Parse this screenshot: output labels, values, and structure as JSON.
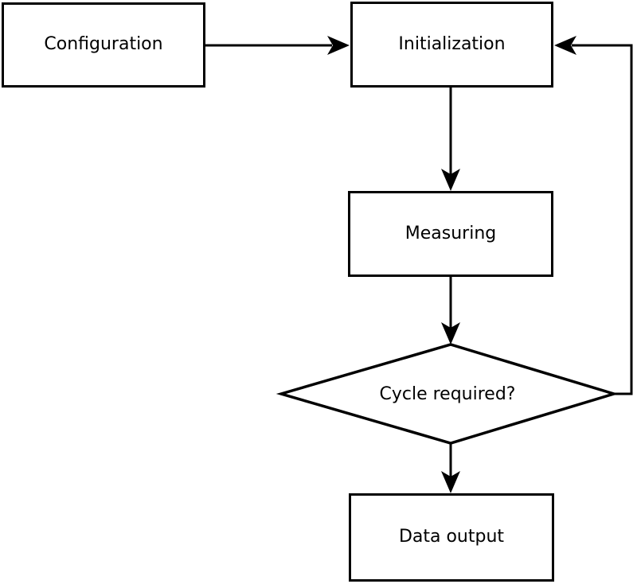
{
  "diagram": {
    "type": "flowchart",
    "colors": {
      "stroke": "#000000",
      "node_fill": "#ffffff",
      "text": "#000000",
      "background": "#ffffff"
    },
    "nodes": [
      {
        "id": "configuration",
        "shape": "rectangle",
        "label": "Configuration"
      },
      {
        "id": "initialization",
        "shape": "rectangle",
        "label": "Initialization"
      },
      {
        "id": "measuring",
        "shape": "rectangle",
        "label": "Measuring"
      },
      {
        "id": "cycle-required",
        "shape": "diamond",
        "label": "Cycle required?"
      },
      {
        "id": "data-output",
        "shape": "rectangle",
        "label": "Data output"
      }
    ],
    "edges": [
      {
        "from": "configuration",
        "to": "initialization",
        "direction": "right"
      },
      {
        "from": "initialization",
        "to": "measuring",
        "direction": "down"
      },
      {
        "from": "measuring",
        "to": "cycle-required",
        "direction": "down"
      },
      {
        "from": "cycle-required",
        "to": "data-output",
        "direction": "down"
      },
      {
        "from": "cycle-required",
        "to": "initialization",
        "direction": "right-then-up",
        "note": "feedback loop"
      }
    ]
  }
}
